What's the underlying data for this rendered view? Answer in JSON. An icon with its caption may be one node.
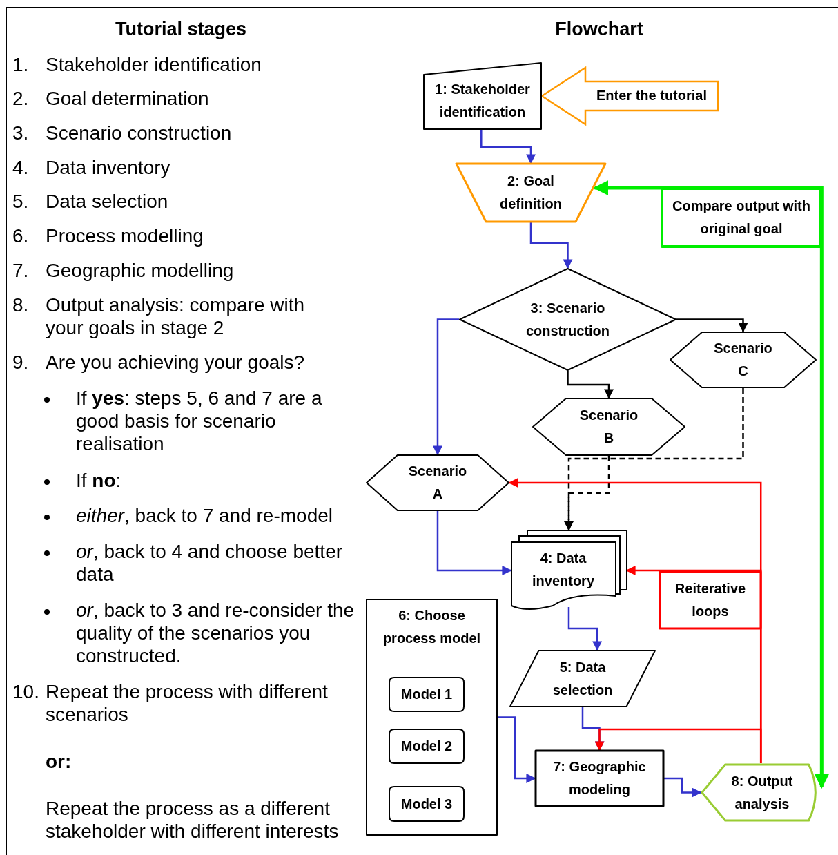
{
  "diagram": {
    "nodes": [
      {
        "text": [
          "1: Stakeholder identification"
        ]
      },
      {
        "text": [
          "2: Goal definition"
        ]
      },
      {
        "text": [
          "Compare output with original goal"
        ]
      },
      {
        "text": [
          "3: Scenario construction"
        ]
      },
      {
        "text": [
          "Scenario C"
        ]
      },
      {
        "text": [
          "Scenario B"
        ]
      },
      {
        "text": [
          "Scenario A"
        ]
      },
      {
        "text": [
          "4: Data inventory"
        ]
      },
      {
        "text": [
          "Reiterative loops"
        ]
      },
      {
        "text": [
          "6: Choose process model"
        ]
      },
      {
        "text": [
          "Model 1"
        ],
        "in": 9
      },
      {
        "text": [
          "Model 2"
        ],
        "in": 9
      },
      {
        "text": [
          "Model 3"
        ],
        "in": 9
      },
      {
        "text": [
          "5: Data selection"
        ]
      },
      {
        "text": [
          "7: Geographic modeling"
        ]
      },
      {
        "text": [
          "8: Output analysis"
        ]
      }
    ],
    "edges": [
      {
        "from": null,
        "to": 0,
        "arrow": "to",
        "label": "Enter the tutorial",
        "color": "#ff9900"
      },
      {
        "from": 0,
        "to": 1,
        "arrow": "to"
      },
      {
        "from": 1,
        "to": 3,
        "arrow": "to"
      },
      {
        "from": 3,
        "to": 6,
        "arrow": "to"
      },
      {
        "from": 3,
        "to": 5,
        "arrow": "to",
        "color": "#000000"
      },
      {
        "from": 3,
        "to": 4,
        "arrow": "to",
        "color": "#000000"
      },
      {
        "from": 5,
        "to": 7,
        "arrow": "to",
        "style": "dashed",
        "color": "#000000"
      },
      {
        "from": 4,
        "to": 7,
        "arrow": "to",
        "style": "dashed",
        "color": "#000000"
      },
      {
        "from": 6,
        "to": 7,
        "arrow": "to"
      },
      {
        "from": 7,
        "to": 13,
        "arrow": "to"
      },
      {
        "from": 13,
        "to": 14,
        "arrow": "to"
      },
      {
        "from": 9,
        "to": 14,
        "arrow": "to"
      },
      {
        "from": 14,
        "to": 15,
        "arrow": "to"
      },
      {
        "from": 15,
        "to": 1,
        "arrow": "both",
        "style": "thick",
        "color": "#00ee00"
      },
      {
        "from": 15,
        "to": 6,
        "arrow": "to",
        "color": "#ff0000"
      },
      {
        "from": 15,
        "to": 7,
        "arrow": "to",
        "color": "#ff0000"
      },
      {
        "from": 15,
        "to": 14,
        "arrow": "to",
        "color": "#ff0000"
      }
    ],
    "labels": [
      "Tutorial stages",
      "Flowchart",
      "1.",
      "Stakeholder identification",
      "2.",
      "Goal determination",
      "3.",
      "Scenario construction",
      "4.",
      "Data inventory",
      "5.",
      "Data selection",
      "6.",
      "Process modelling",
      "7.",
      "Geographic modelling",
      "8.",
      "Output analysis: compare with your goals in stage 2",
      "9.",
      "Are you achieving your goals?",
      "If **yes**: steps 5, 6 and 7 are a good basis for scenario realisation",
      "If **no**:",
      "*either*, back to 7 and re-model",
      "*or*, back to 4 and choose better data",
      "*or*, back to 3 and re-consider the quality of the scenarios you constructed.",
      "10.",
      "Repeat the process with different scenarios",
      "or:",
      "Repeat the process as a different stakeholder with different interests"
    ]
  }
}
